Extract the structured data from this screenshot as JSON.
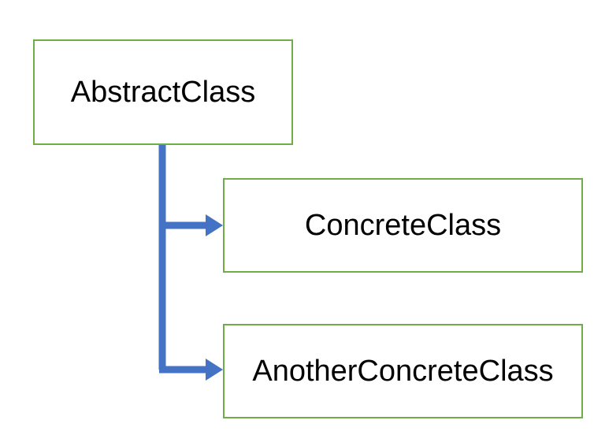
{
  "diagram": {
    "type": "class-hierarchy",
    "nodes": [
      {
        "id": "abstract",
        "label": "AbstractClass"
      },
      {
        "id": "concrete",
        "label": "ConcreteClass"
      },
      {
        "id": "another",
        "label": "AnotherConcreteClass"
      }
    ],
    "edges": [
      {
        "from": "AbstractClass",
        "to": "ConcreteClass",
        "style": "elbow-arrow"
      },
      {
        "from": "AbstractClass",
        "to": "AnotherConcreteClass",
        "style": "elbow-arrow"
      }
    ],
    "colors": {
      "box_border": "#70AD47",
      "connector": "#4472C4",
      "text": "#000000",
      "background": "#FFFFFF"
    }
  }
}
